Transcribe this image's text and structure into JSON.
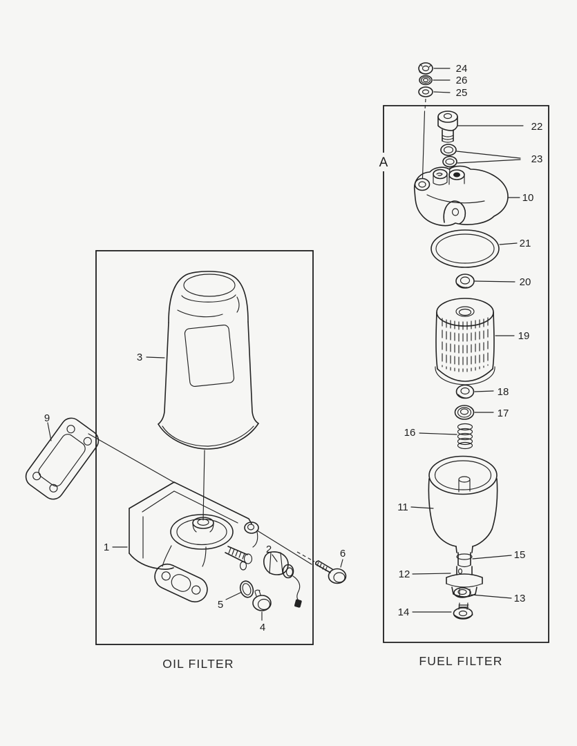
{
  "page": {
    "background": "#f6f6f4",
    "line_color": "#232323",
    "caption_color": "#2a2a2a"
  },
  "oil_filter": {
    "caption": "OIL FILTER",
    "callouts": {
      "n1": "1",
      "n2": "2",
      "n3": "3",
      "n4": "4",
      "n5": "5",
      "n6": "6",
      "n9": "9"
    }
  },
  "fuel_filter": {
    "caption": "FUEL FILTER",
    "section_label": "A",
    "callouts": {
      "n10": "10",
      "n11": "11",
      "n12": "12",
      "n13": "13",
      "n14": "14",
      "n15": "15",
      "n16": "16",
      "n17": "17",
      "n18": "18",
      "n19": "19",
      "n20": "20",
      "n21": "21",
      "n22": "22",
      "n23": "23",
      "n24": "24",
      "n25": "25",
      "n26": "26"
    }
  }
}
